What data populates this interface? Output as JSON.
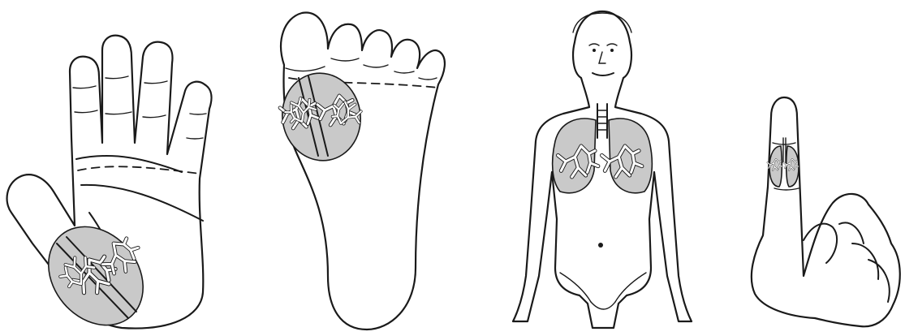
{
  "figure": {
    "panels": [
      {
        "id": "hand",
        "icon": "hand-icon",
        "map": "lungs-icon"
      },
      {
        "id": "foot",
        "icon": "foot-icon",
        "map": "lungs-icon"
      },
      {
        "id": "body",
        "icon": "body-icon",
        "map": "lungs-icon"
      },
      {
        "id": "finger",
        "icon": "finger-icon",
        "map": "lungs-icon"
      }
    ],
    "colors": {
      "line": "#1a1a1a",
      "lung_fill": "#c9c9c9",
      "background": "#ffffff"
    }
  }
}
